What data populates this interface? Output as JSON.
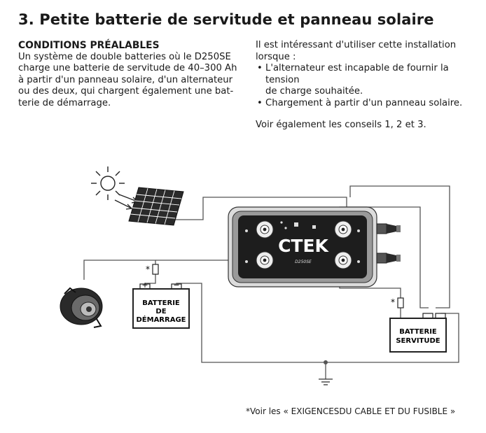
{
  "page": {
    "title": "3. Petite batterie de servitude et panneau solaire"
  },
  "prerequisites": {
    "heading": "CONDITIONS PRÉALABLES",
    "lines": [
      "Un système de double batteries où le D250SE",
      "charge une batterie de servitude de 40–300 Ah",
      "à partir d'un panneau solaire, d'un alternateur",
      "ou des deux, qui chargent également une bat-",
      "terie de démarrage."
    ]
  },
  "usage": {
    "intro_lines": [
      "Il est intéressant d'utiliser cette installation",
      "lorsque :"
    ],
    "bullets": [
      [
        "L'alternateur est incapable de fournir la tension",
        "de charge souhaitée."
      ],
      [
        "Chargement à partir d'un panneau solaire."
      ]
    ],
    "see_also": "Voir également les conseils 1, 2 et 3."
  },
  "diagram": {
    "brand": "CTEK",
    "model": "D250SE",
    "fuse_marker": "*",
    "plus_sign": "+",
    "minus_sign": "−",
    "start_battery": {
      "line1": "BATTERIE",
      "line2": "DE",
      "line3": "DÉMARRAGE"
    },
    "service_battery": {
      "line1": "BATTERIE",
      "line2": "SERVITUDE"
    }
  },
  "footnote": "*Voir les « EXIGENCESDU CABLE ET DU FUSIBLE »"
}
